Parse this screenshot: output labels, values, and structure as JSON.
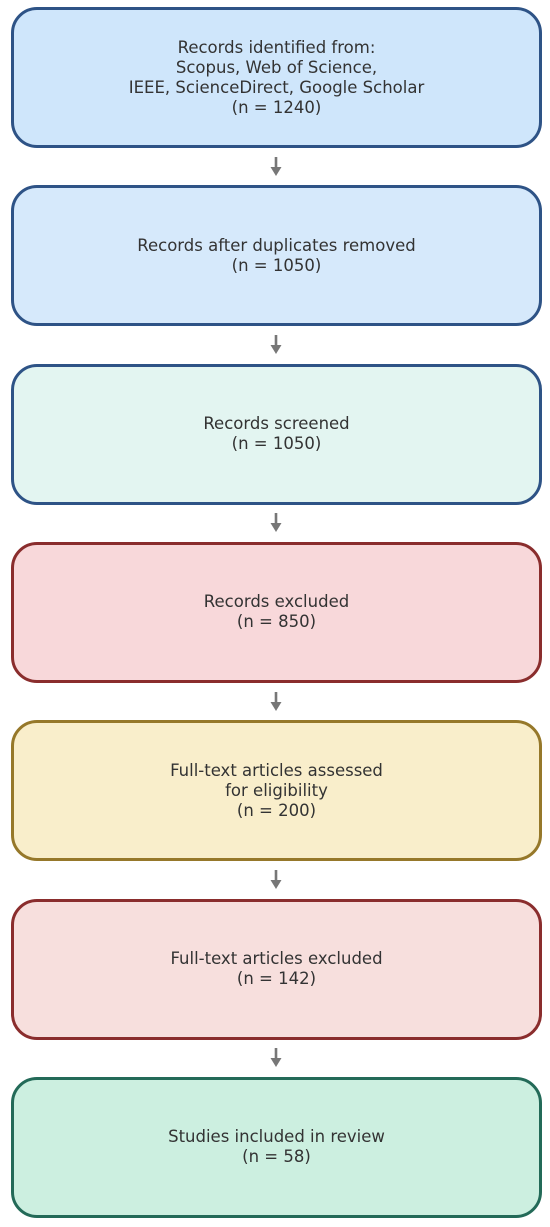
{
  "steps": [
    {
      "id": "identified",
      "lines": [
        "Records identified from:",
        "Scopus, Web of Science,",
        "IEEE, ScienceDirect, Google Scholar",
        "(n = 1240)"
      ],
      "fill": "#cfe6fb",
      "stroke": "#2e5386"
    },
    {
      "id": "deduplicated",
      "lines": [
        "Records after duplicates removed",
        "(n = 1050)"
      ],
      "fill": "#d6e9fb",
      "stroke": "#2e5386"
    },
    {
      "id": "screened",
      "lines": [
        "Records screened",
        "(n = 1050)"
      ],
      "fill": "#e3f5f1",
      "stroke": "#2e5386"
    },
    {
      "id": "records-excluded",
      "lines": [
        "Records excluded",
        "(n = 850)"
      ],
      "fill": "#f8d8da",
      "stroke": "#8a2d2d"
    },
    {
      "id": "eligibility",
      "lines": [
        "Full-text articles assessed",
        "for eligibility",
        "(n = 200)"
      ],
      "fill": "#f9eecb",
      "stroke": "#96782a"
    },
    {
      "id": "fulltext-excluded",
      "lines": [
        "Full-text articles excluded",
        "(n = 142)"
      ],
      "fill": "#f7dfdd",
      "stroke": "#8a2d2d"
    },
    {
      "id": "included",
      "lines": [
        "Studies included in review",
        "(n = 58)"
      ],
      "fill": "#ccefe0",
      "stroke": "#236a58"
    }
  ],
  "arrow_color": "#777777"
}
